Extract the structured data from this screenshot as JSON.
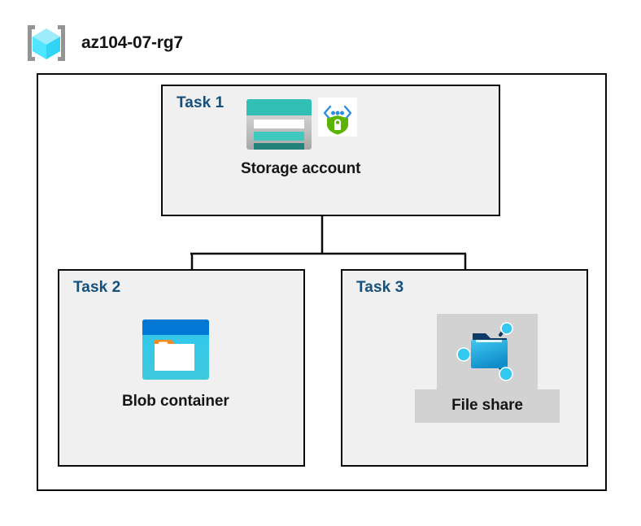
{
  "header": {
    "title": "az104-07-rg7",
    "icon": "resource-group-icon"
  },
  "diagram": {
    "type": "azure-architecture",
    "container_label": "az104-07-rg7",
    "nodes": [
      {
        "task_label": "Task 1",
        "caption": "Storage account",
        "icon": "storage-account-icon",
        "badge_icon": "secure-shield-lock-icon",
        "highlighted": false
      },
      {
        "task_label": "Task 2",
        "caption": "Blob container",
        "icon": "blob-container-icon",
        "highlighted": false
      },
      {
        "task_label": "Task 3",
        "caption": "File share",
        "icon": "file-share-icon",
        "highlighted": true
      }
    ],
    "connections": [
      {
        "from": "Storage account",
        "to": "Blob container"
      },
      {
        "from": "Storage account",
        "to": "File share"
      }
    ]
  },
  "colors": {
    "task_label": "#14507d",
    "caption": "#151515",
    "box_border": "#0a0a0a",
    "task_fill": "#f0f0f0",
    "highlight_fill": "#d2d2d2",
    "storage_teal": "#32bfb5",
    "storage_teal_dark": "#23837c",
    "blob_blue": "#0078d4",
    "blob_cyan": "#2ec7ef",
    "blob_orange": "#f28b27",
    "fileshare_cyan": "#32c8f0",
    "shield_green": "#5ab400",
    "cube_cyan": "#50e6ff",
    "bracket_gray": "#949494"
  }
}
